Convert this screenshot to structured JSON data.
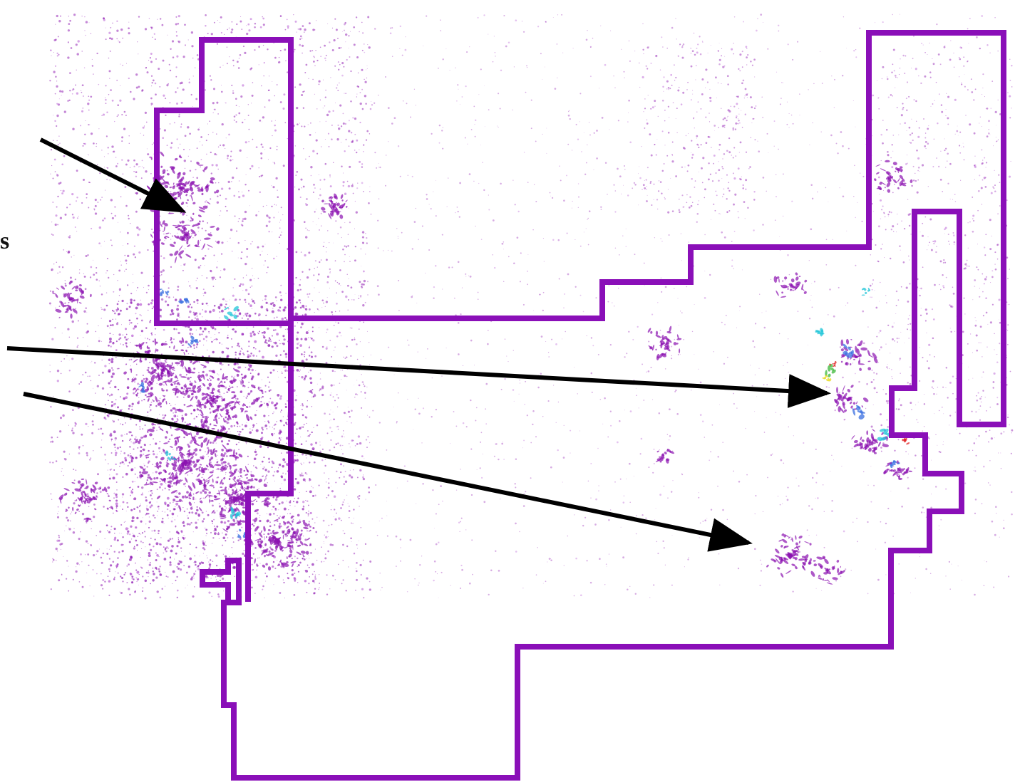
{
  "map": {
    "stray_label": "s",
    "colors": {
      "boundary": "#8a0fb8",
      "arrow": "#000000",
      "speckle_primary": "#8b12b0",
      "speckle_secondary": "#b24fd0",
      "hotspot_blue": "#3a6fe0",
      "hotspot_cyan": "#21c6d8",
      "hotspot_green": "#3cb83a",
      "hotspot_red": "#e02020",
      "hotspot_yellow": "#e8d81a"
    },
    "icons": {
      "boundary": "boundary-outline",
      "arrows": [
        "arrow-pointer",
        "arrow-pointer",
        "arrow-pointer"
      ]
    }
  }
}
